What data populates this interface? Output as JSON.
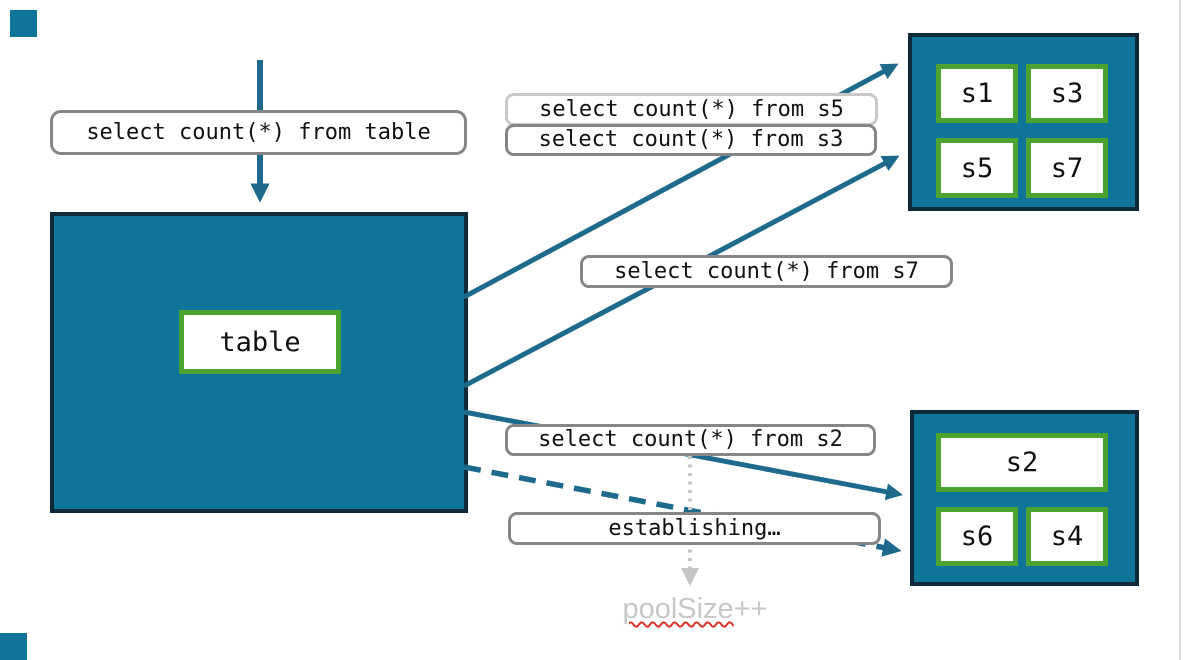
{
  "colors": {
    "node_fill_teal": "#0f7499",
    "node_border_navy": "#0e2a3a",
    "arrow_teal": "#1e6a8d",
    "shard_border_green": "#4da32f",
    "label_border_gray": "#868686",
    "label_border_light_gray": "#c8c8c8",
    "pool_size_text_gray": "#c8c8c8",
    "squiggle_red": "#e0362c"
  },
  "labels": {
    "query_table": "select count(*) from table",
    "query_s5": "select count(*) from s5",
    "query_s3": "select count(*) from s3",
    "query_s7": "select count(*) from s7",
    "query_s2": "select count(*) from s2",
    "establishing": "establishing…"
  },
  "table_node": {
    "label": "table"
  },
  "pools": {
    "top": {
      "shards": [
        "s1",
        "s3",
        "s5",
        "s7"
      ]
    },
    "bottom": {
      "primary_shard": "s2",
      "shards": [
        "s6",
        "s4"
      ]
    }
  },
  "annotation": {
    "pool_size_word": "poolSize",
    "pool_size_suffix": "++"
  }
}
